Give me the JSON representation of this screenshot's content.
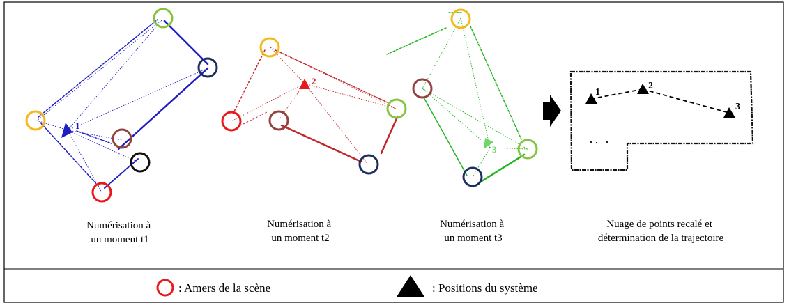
{
  "panels": [
    {
      "id": "t1",
      "caption": [
        "Numérisation à",
        "un moment t1"
      ],
      "position_label": "1"
    },
    {
      "id": "t2",
      "caption": [
        "Numérisation à",
        "un moment t2"
      ],
      "position_label": "2"
    },
    {
      "id": "t3",
      "caption": [
        "Numérisation à",
        "un moment t3"
      ],
      "position_label": "3"
    },
    {
      "id": "result",
      "caption": [
        "Nuage de points recalé et",
        "détermination de la trajectoire"
      ],
      "trajectory_labels": [
        "1",
        "2",
        "3"
      ]
    }
  ],
  "legend": {
    "landmarks": ": Amers de la scène",
    "positions": ": Positions du système"
  },
  "colors": {
    "scan_t1": "#1f1fbf",
    "scan_t2": "#c0262a",
    "scan_t3": "#22b51e",
    "landmark_yellow": "#f4b81c",
    "landmark_lightgreen": "#86c440",
    "landmark_navy": "#1b2f5e",
    "landmark_brown": "#93433f",
    "landmark_red": "#e8191e",
    "landmark_black": "#111111",
    "arrow": "#000000"
  }
}
